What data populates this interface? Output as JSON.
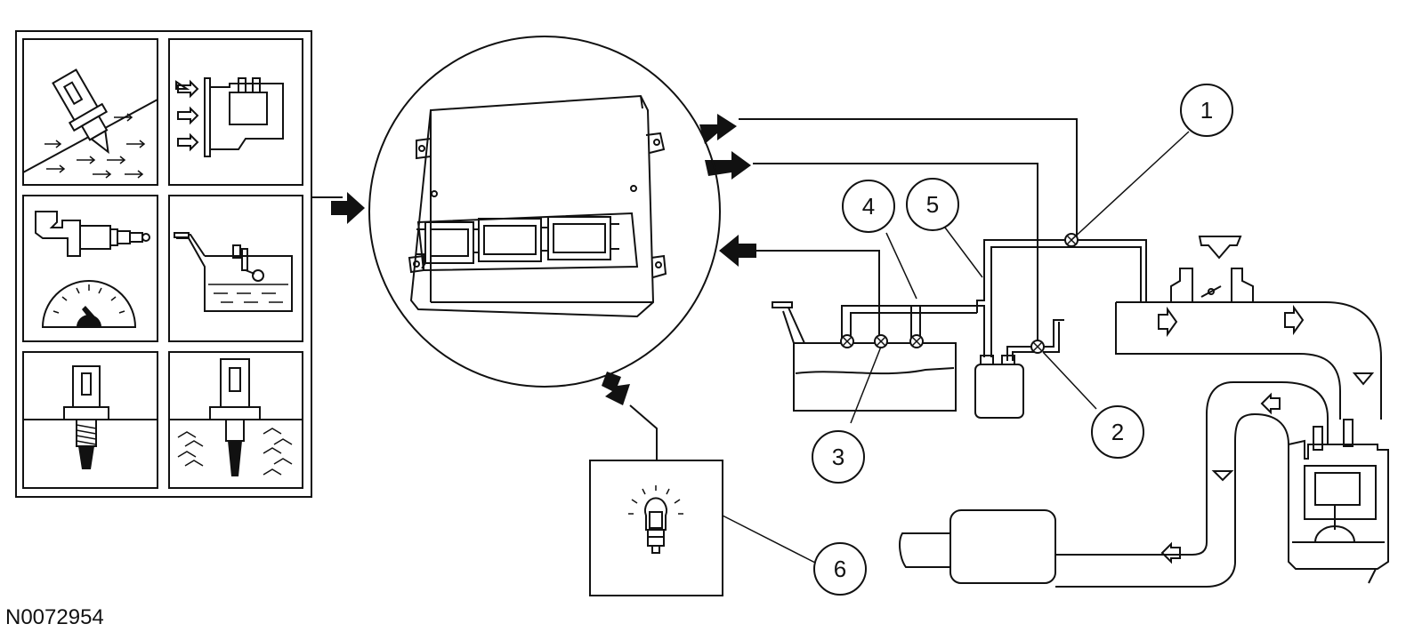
{
  "figure_id": "N0072954",
  "callouts": [
    {
      "label": "1",
      "part": "valve"
    },
    {
      "label": "2",
      "part": "valve"
    },
    {
      "label": "3",
      "part": "valve"
    },
    {
      "label": "4",
      "part": "line"
    },
    {
      "label": "5",
      "part": "line"
    },
    {
      "label": "6",
      "part": "lamp"
    }
  ],
  "colors": {
    "line": "#111111",
    "background": "#ffffff"
  }
}
